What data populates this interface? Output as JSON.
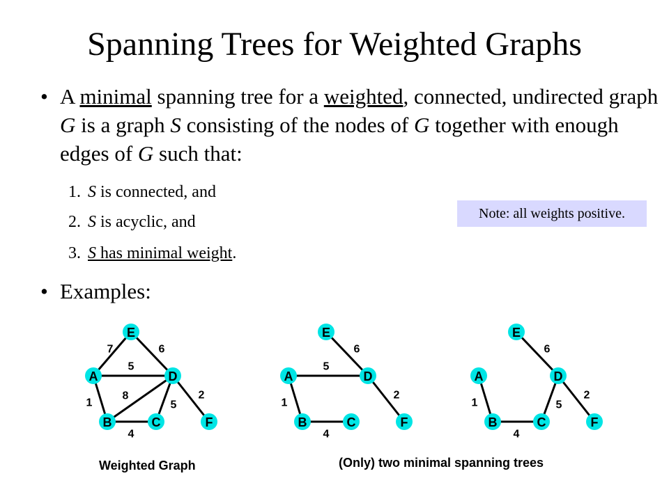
{
  "slide": {
    "title": "Spanning Trees for Weighted Graphs",
    "bullet_char": "•",
    "intro": {
      "p1": "A ",
      "u1": "minimal",
      "p2": " spanning tree for a ",
      "u2": "weighted",
      "p3": ", connected, undirected graph ",
      "g1": "G",
      "p4": " is a graph ",
      "s1": "S",
      "p5": " consisting of the nodes of ",
      "g2": "G",
      "p6": " together with enough edges of ",
      "g3": "G",
      "p7": " such that:"
    },
    "conditions": [
      {
        "num": "1.",
        "var": "S",
        "text": " is connected, and"
      },
      {
        "num": "2.",
        "var": "S",
        "text": " is acyclic, and"
      },
      {
        "num": "3.",
        "var": "S",
        "text": " has minimal weight",
        "end": "."
      }
    ],
    "examples_label": "Examples:",
    "note": "Note: all weights positive.",
    "captions": {
      "weighted_graph": "Weighted Graph",
      "spanning_trees": "(Only) two minimal spanning trees"
    }
  },
  "colors": {
    "node_fill": "#00e5e5",
    "edge": "#000000",
    "note_bg": "#d9d9ff"
  },
  "graphs": [
    {
      "name": "weighted-graph",
      "nodes": [
        "E",
        "A",
        "D",
        "B",
        "C",
        "F"
      ],
      "edges": [
        {
          "from": "E",
          "to": "A",
          "weight": "7"
        },
        {
          "from": "E",
          "to": "D",
          "weight": "6"
        },
        {
          "from": "A",
          "to": "D",
          "weight": "5"
        },
        {
          "from": "A",
          "to": "B",
          "weight": "1"
        },
        {
          "from": "B",
          "to": "D",
          "weight": "8"
        },
        {
          "from": "B",
          "to": "C",
          "weight": "4"
        },
        {
          "from": "C",
          "to": "D",
          "weight": "5"
        },
        {
          "from": "D",
          "to": "F",
          "weight": "2"
        }
      ]
    },
    {
      "name": "spanning-tree-1",
      "nodes": [
        "E",
        "A",
        "D",
        "B",
        "C",
        "F"
      ],
      "edges": [
        {
          "from": "E",
          "to": "D",
          "weight": "6"
        },
        {
          "from": "A",
          "to": "D",
          "weight": "5"
        },
        {
          "from": "A",
          "to": "B",
          "weight": "1"
        },
        {
          "from": "B",
          "to": "C",
          "weight": "4"
        },
        {
          "from": "D",
          "to": "F",
          "weight": "2"
        }
      ]
    },
    {
      "name": "spanning-tree-2",
      "nodes": [
        "E",
        "A",
        "D",
        "B",
        "C",
        "F"
      ],
      "edges": [
        {
          "from": "E",
          "to": "D",
          "weight": "6"
        },
        {
          "from": "A",
          "to": "B",
          "weight": "1"
        },
        {
          "from": "B",
          "to": "C",
          "weight": "4"
        },
        {
          "from": "C",
          "to": "D",
          "weight": "5"
        },
        {
          "from": "D",
          "to": "F",
          "weight": "2"
        }
      ]
    }
  ]
}
